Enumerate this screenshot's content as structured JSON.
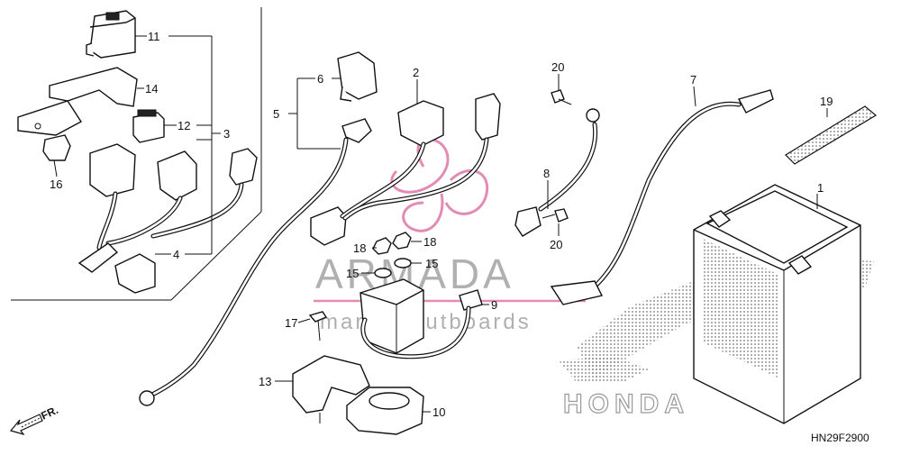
{
  "diagram": {
    "part_numbers": [
      "1",
      "2",
      "3",
      "4",
      "5",
      "6",
      "7",
      "8",
      "9",
      "10",
      "11",
      "12",
      "13",
      "14",
      "15",
      "15",
      "16",
      "17",
      "18",
      "18",
      "19",
      "20",
      "20"
    ],
    "watermark": {
      "name": "ARMADA",
      "tagline": "marine outboards",
      "color": "#e48bb4"
    },
    "brand_mark": "HONDA",
    "direction_label": "FR.",
    "drawing_code": "HN29F2900"
  }
}
